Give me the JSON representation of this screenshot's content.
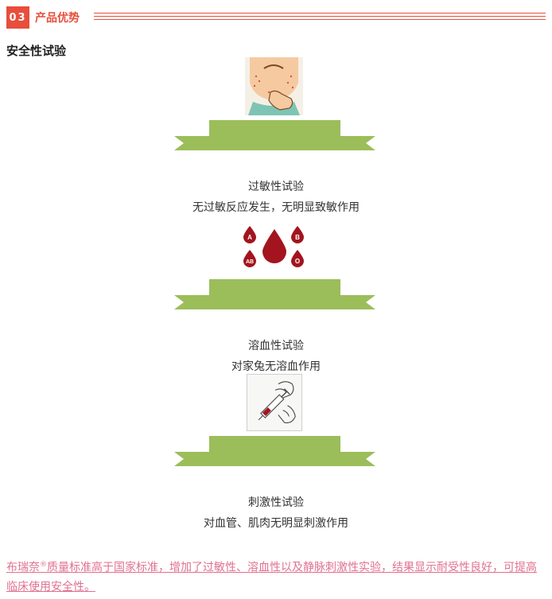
{
  "header": {
    "number": "03",
    "title": "产品优势"
  },
  "page_title": "安全性试验",
  "tests": [
    {
      "name": "过敏性试验",
      "description": "无过敏反应发生，无明显致敏作用",
      "icon": "allergy-face-icon"
    },
    {
      "name": "溶血性试验",
      "description": "对家兔无溶血作用",
      "icon": "blood-drops-icon"
    },
    {
      "name": "刺激性试验",
      "description": "对血管、肌肉无明显刺激作用",
      "icon": "syringe-icon"
    }
  ],
  "blood_types": [
    "A",
    "B",
    "AB",
    "O"
  ],
  "footer": {
    "brand": "布瑞奈",
    "reg_mark": "®",
    "text": "质量标准高于国家标准，增加了过敏性、溶血性以及静脉刺激性实验，结果显示耐受性良好，可提高临床使用安全性。"
  },
  "colors": {
    "accent": "#e84e3c",
    "ribbon": "#9bbd5a",
    "footer_link": "#e07090",
    "blood": "#a3141e"
  }
}
